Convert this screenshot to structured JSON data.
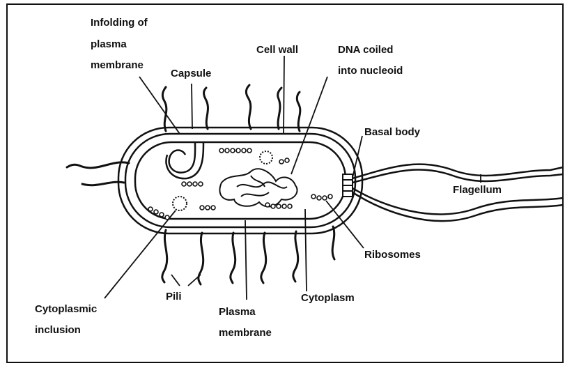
{
  "labels": {
    "infolding_1": "Infolding of",
    "infolding_2": "plasma",
    "infolding_3": "membrane",
    "capsule": "Capsule",
    "cell_wall": "Cell wall",
    "dna_1": "DNA coiled",
    "dna_2": "into nucleoid",
    "basal_body": "Basal body",
    "flagellum": "Flagellum",
    "ribosomes": "Ribosomes",
    "cytoplasm": "Cytoplasm",
    "plasma_membrane_1": "Plasma",
    "plasma_membrane_2": "membrane",
    "pili": "Pili",
    "cyto_inclusion_1": "Cytoplasmic",
    "cyto_inclusion_2": "inclusion"
  }
}
